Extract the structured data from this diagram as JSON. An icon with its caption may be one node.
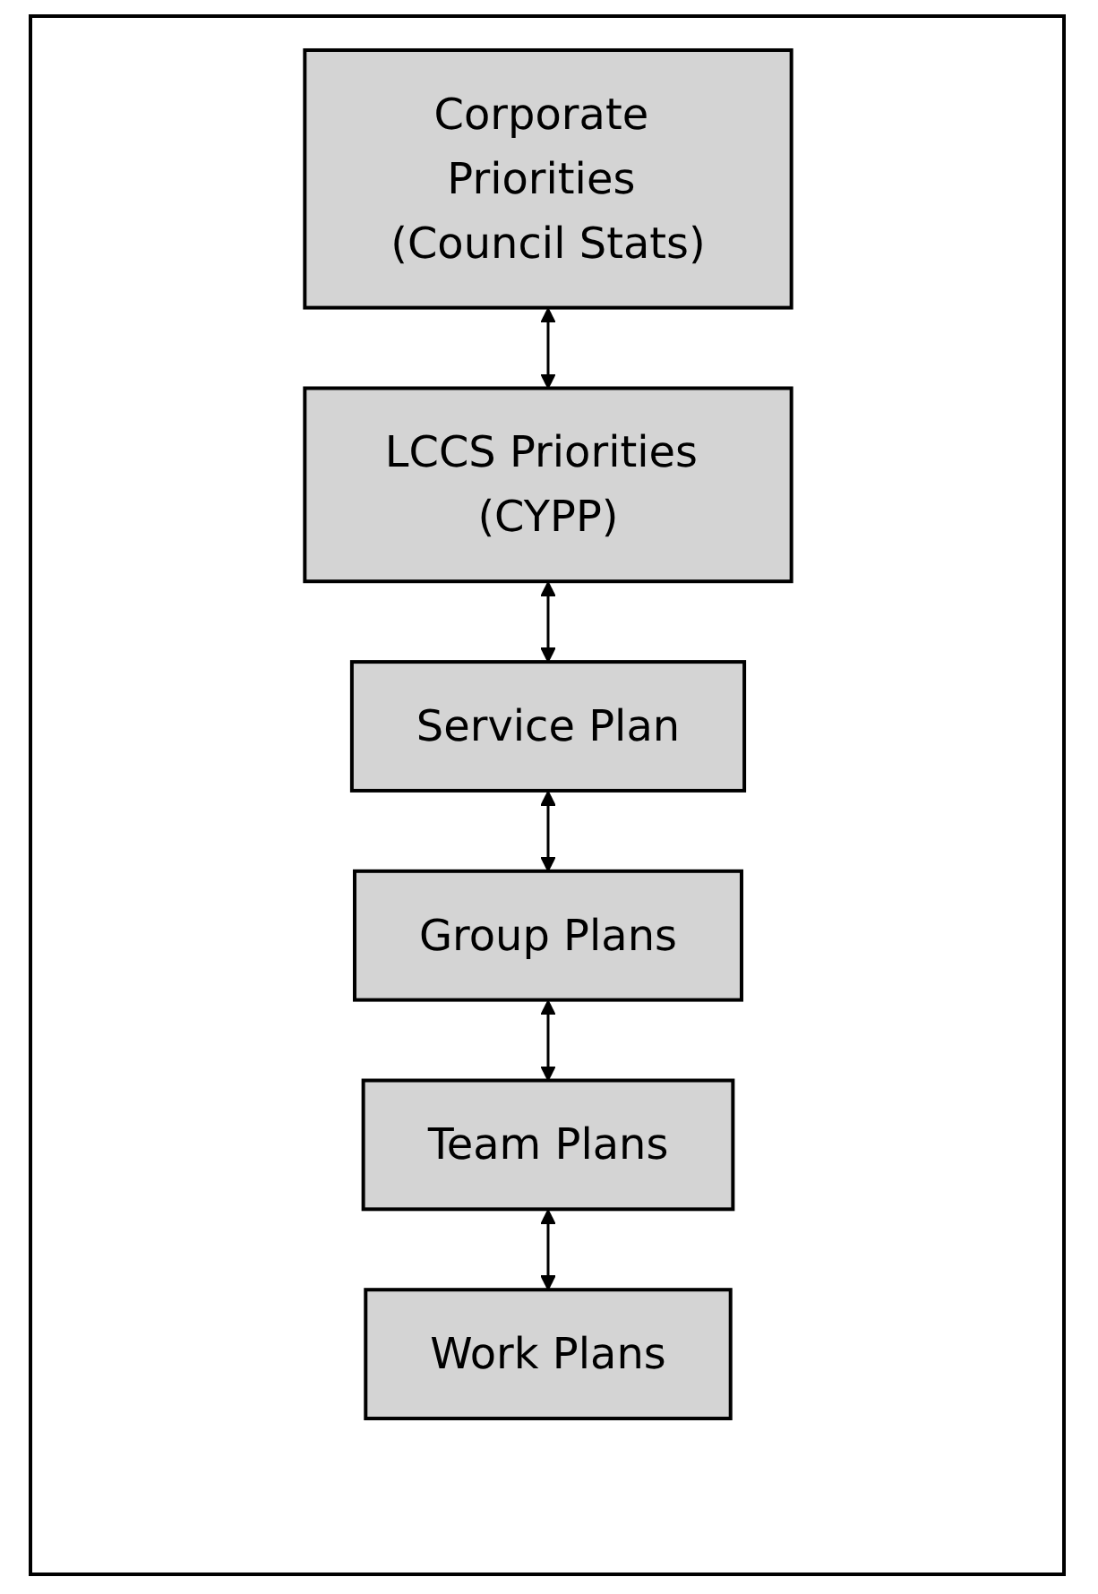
{
  "diagram": {
    "nodes": [
      {
        "text": [
          "Corporate Priorities (Council Stats)"
        ]
      },
      {
        "text": [
          "LCCS Priorities (CYPP)"
        ]
      },
      {
        "text": [
          "Service Plan"
        ]
      },
      {
        "text": [
          "Group Plans"
        ]
      },
      {
        "text": [
          "Team Plans"
        ]
      },
      {
        "text": [
          "Work Plans"
        ]
      }
    ],
    "edges": [
      {
        "from": 0,
        "to": 1,
        "arrow": "both"
      },
      {
        "from": 1,
        "to": 2,
        "arrow": "both"
      },
      {
        "from": 2,
        "to": 3,
        "arrow": "both"
      },
      {
        "from": 3,
        "to": 4,
        "arrow": "both"
      },
      {
        "from": 4,
        "to": 5,
        "arrow": "both"
      }
    ]
  }
}
